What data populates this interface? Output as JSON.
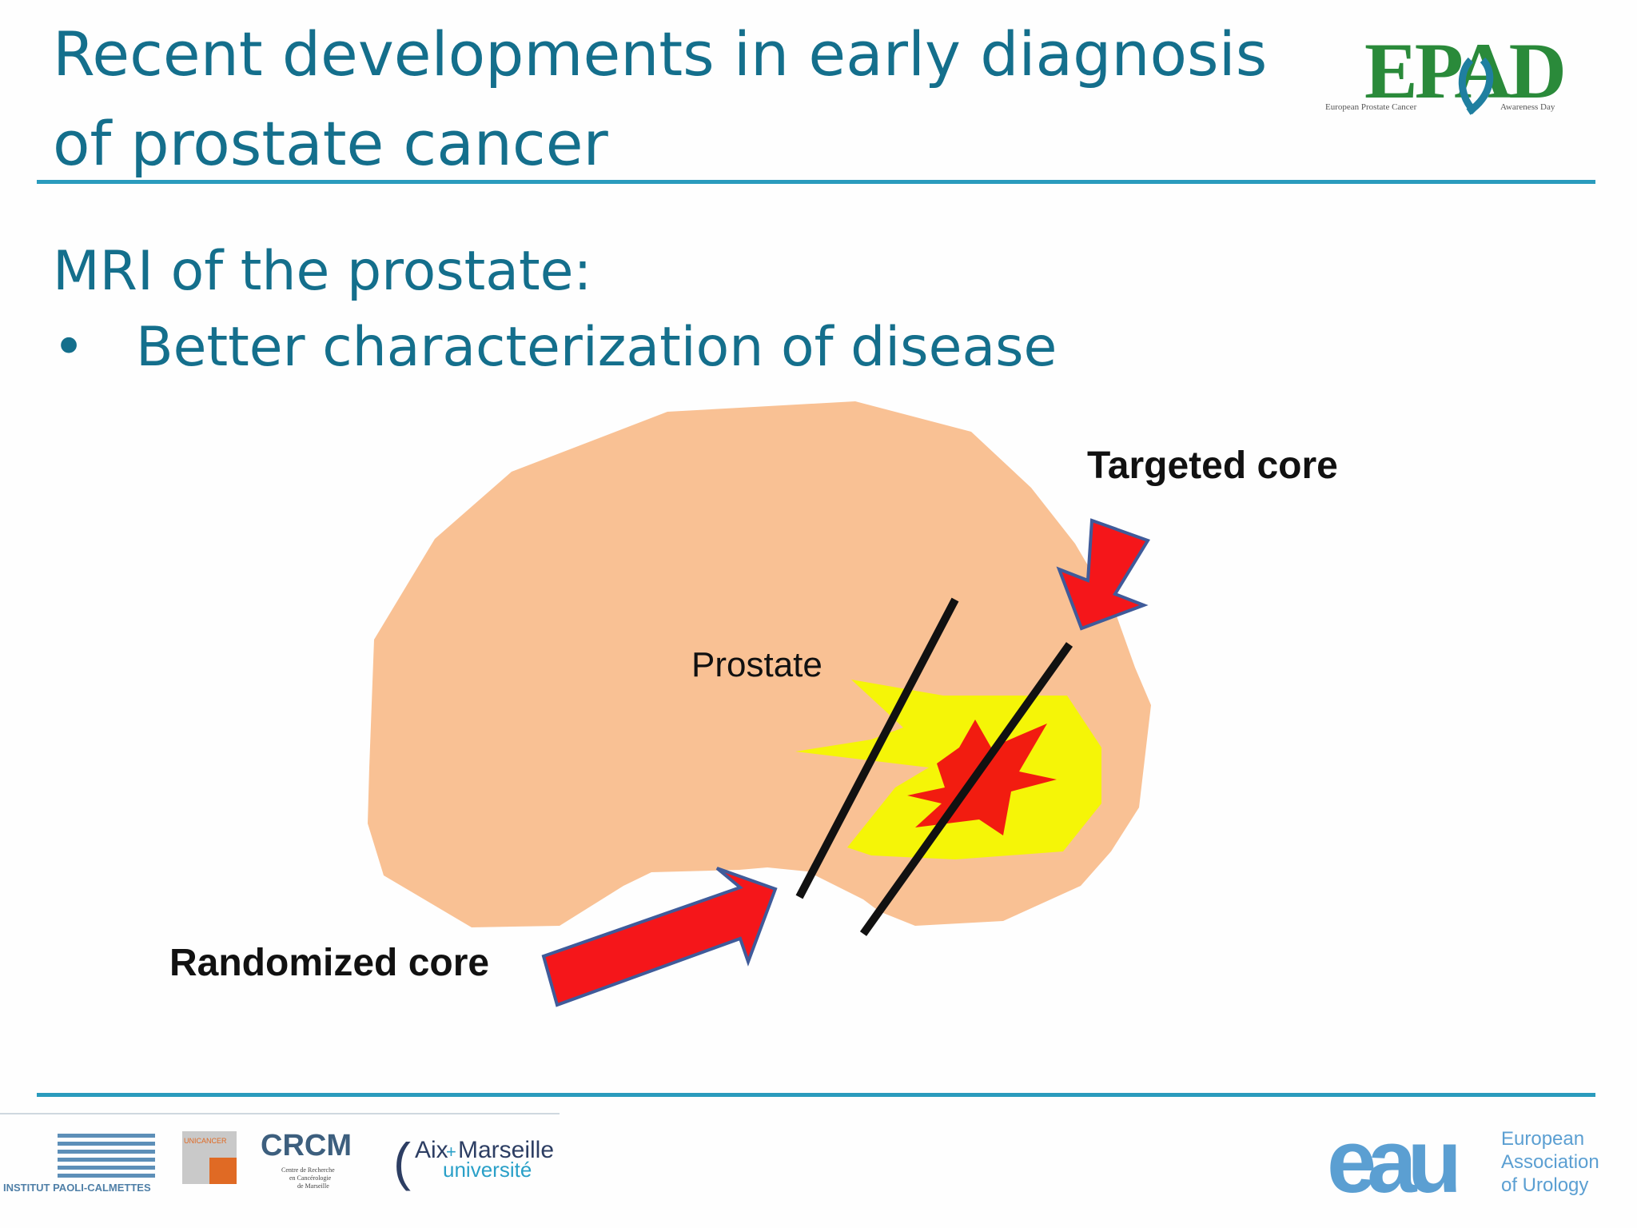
{
  "slide": {
    "title_line1": "Recent developments in early diagnosis",
    "title_line2": "of prostate cancer",
    "heading": "MRI of the prostate:",
    "bullet_symbol": "•",
    "bullet_text": "Better characterization of disease"
  },
  "diagram": {
    "organ_label": "Prostate",
    "targeted_label": "Targeted core",
    "randomized_label": "Randomized core",
    "colors": {
      "prostate": "#f9c194",
      "zone": "#f5f507",
      "lesion": "#f21c10",
      "arrow_fill": "#f5161a",
      "arrow_stroke": "#3f5b9a",
      "needle": "#111111"
    }
  },
  "logos": {
    "epad_mark": "EPAD",
    "epad_left": "European Prostate Cancer",
    "epad_right": "Awareness Day",
    "ipc": "INSTITUT PAOLI-CALMETTES",
    "unicancer": "UNICANCER",
    "crcm": "CRCM",
    "crcm_sub1": "Centre de Recherche",
    "crcm_sub2": "en Cancérologie",
    "crcm_sub3": "de Marseille",
    "amu_1": "Aix",
    "amu_2": "Marseille",
    "amu_3": "université",
    "eau_mark": "eau",
    "eau_1": "European",
    "eau_2": "Association",
    "eau_3": "of Urology"
  }
}
